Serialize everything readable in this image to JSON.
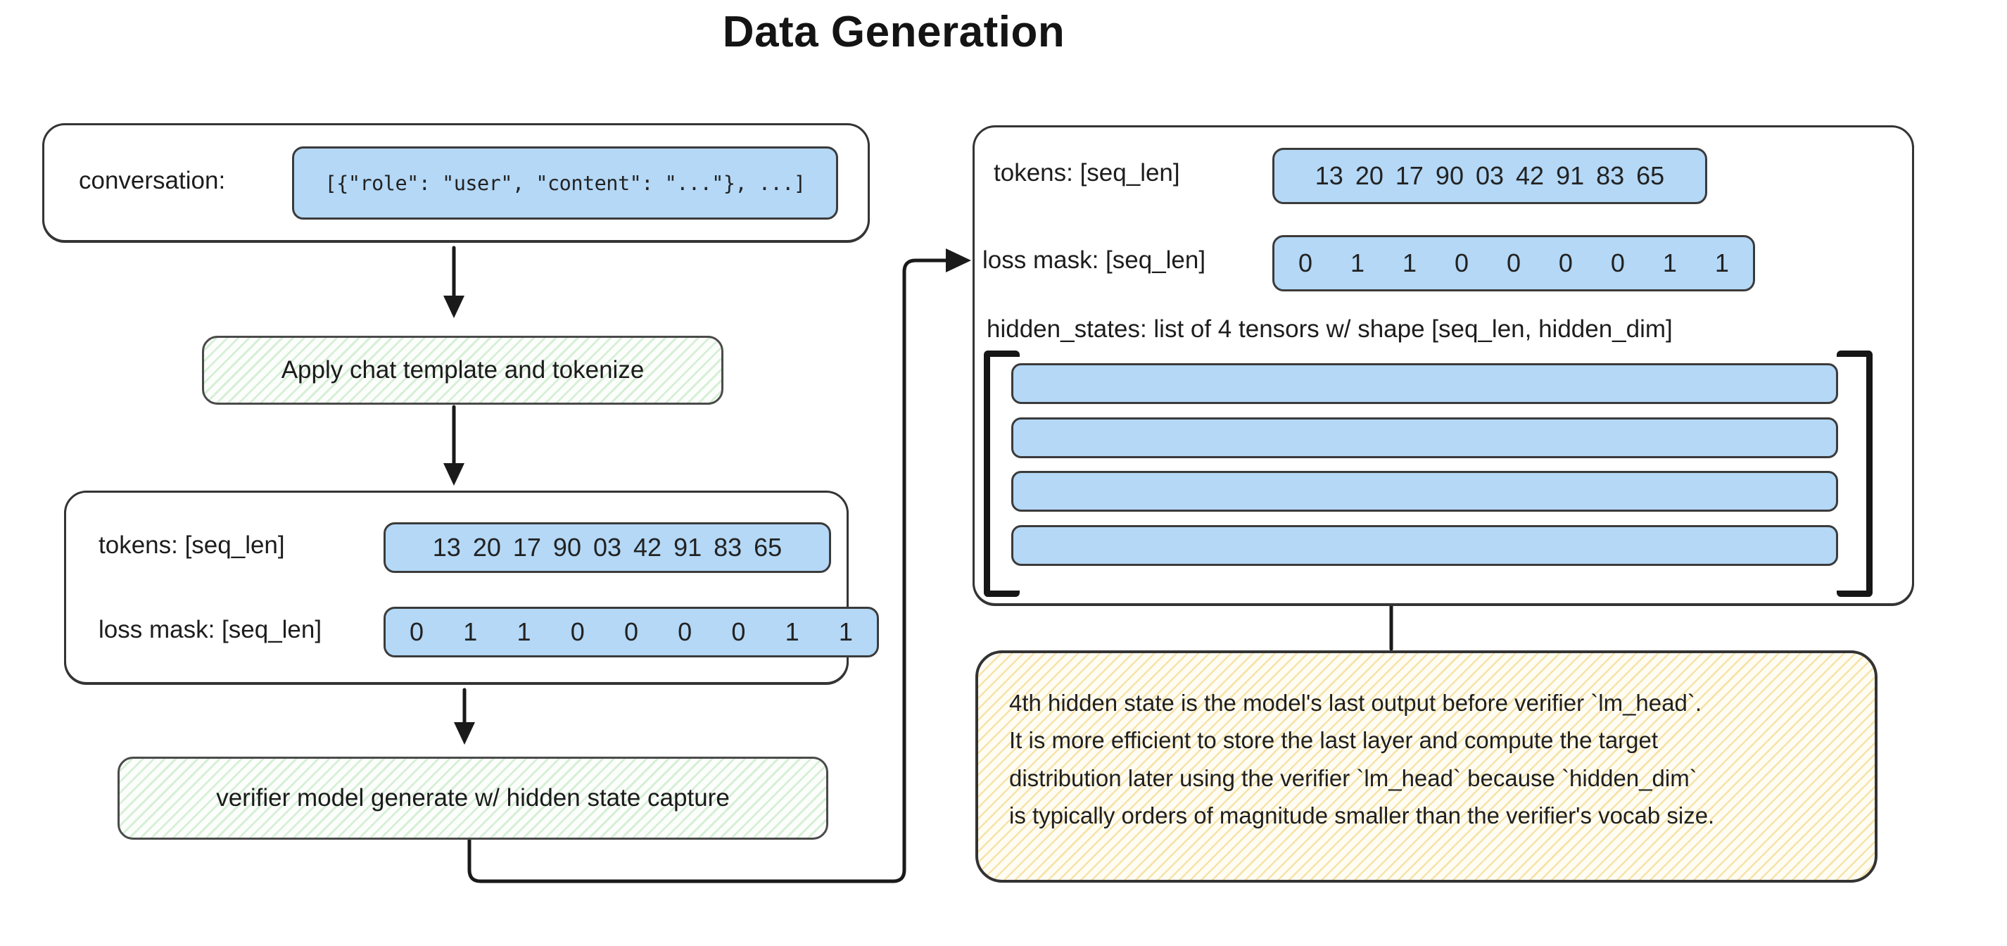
{
  "title": "Data Generation",
  "colors": {
    "blue_fill": "#b4d8f6",
    "green_hatch": "#82cd82",
    "yellow_hatch": "#eec960",
    "border": "#343434"
  },
  "conversation_box": {
    "label": "conversation:",
    "code": "[{\"role\": \"user\", \"content\": \"...\"}, ...]"
  },
  "steps": {
    "apply_template": "Apply chat template and tokenize",
    "verifier_generate": "verifier model generate w/ hidden state capture"
  },
  "tokens_panel": {
    "tokens_label": "tokens: [seq_len]",
    "tokens": [
      "13",
      "20",
      "17",
      "90",
      "03",
      "42",
      "91",
      "83",
      "65"
    ],
    "loss_mask_label": "loss mask: [seq_len]",
    "loss_mask": [
      "0",
      "1",
      "1",
      "0",
      "0",
      "0",
      "0",
      "1",
      "1"
    ]
  },
  "output_panel": {
    "tokens_label": "tokens: [seq_len]",
    "tokens": [
      "13",
      "20",
      "17",
      "90",
      "03",
      "42",
      "91",
      "83",
      "65"
    ],
    "loss_mask_label": "loss mask: [seq_len]",
    "loss_mask": [
      "0",
      "1",
      "1",
      "0",
      "0",
      "0",
      "0",
      "1",
      "1"
    ],
    "hidden_states_label": "hidden_states: list of 4 tensors w/ shape [seq_len, hidden_dim]",
    "tensor_count": 4
  },
  "note": {
    "lines": [
      "4th hidden state is the model's last output before verifier `lm_head`.",
      "It is more efficient to store the last layer and compute the target",
      "distribution later using the verifier `lm_head` because `hidden_dim`",
      "is typically orders of magnitude smaller than the verifier's vocab size."
    ]
  }
}
